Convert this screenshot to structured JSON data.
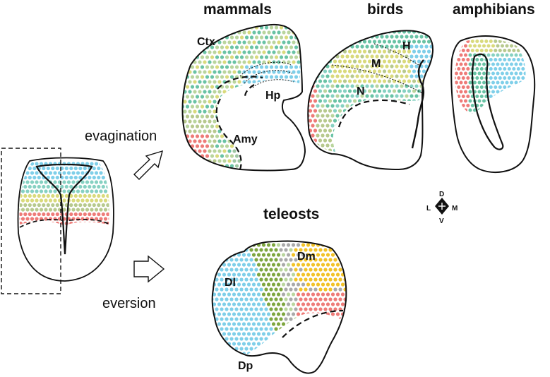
{
  "titles": {
    "mammals": "mammals",
    "birds": "birds",
    "amphibians": "amphibians",
    "teleosts": "teleosts"
  },
  "processes": {
    "evagination": "evagination",
    "eversion": "eversion"
  },
  "region_labels": {
    "ctx": "Ctx",
    "hp": "Hp",
    "amy": "Amy",
    "h": "H",
    "m": "M",
    "n": "N",
    "dl": "Dl",
    "dm": "Dm",
    "dp": "Dp"
  },
  "compass": {
    "dorsal": "D",
    "ventral": "V",
    "lateral": "L",
    "medial": "M"
  },
  "colors": {
    "outline": "#111111",
    "red": "#ee7b78",
    "olive": "#b7c98e",
    "yellow": "#d9da7c",
    "green": "#69c3a5",
    "teal": "#86d1c2",
    "blue": "#7fcfe9",
    "darkgreen": "#7ea63f",
    "gray": "#a9a9a9",
    "orange": "#f2c227",
    "lightgreen": "#b9d59d",
    "sage": "#9fc7a3"
  }
}
